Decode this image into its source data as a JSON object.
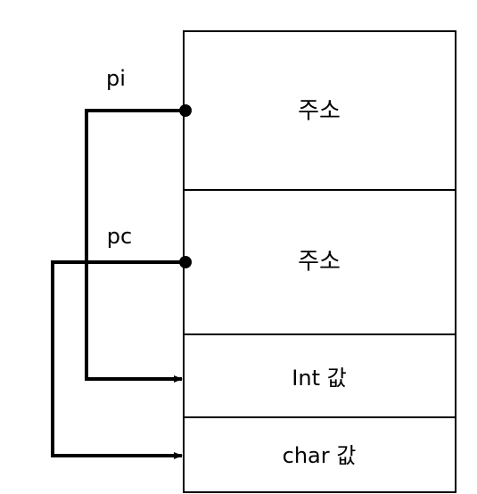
{
  "pointers": [
    {
      "id": "pi",
      "label": "pi"
    },
    {
      "id": "pc",
      "label": "pc"
    }
  ],
  "cells": [
    {
      "id": "cell-address-1",
      "text": "주소"
    },
    {
      "id": "cell-address-2",
      "text": "주소"
    },
    {
      "id": "cell-int-value",
      "text": "Int 값"
    },
    {
      "id": "cell-char-value",
      "text": "char 값"
    }
  ]
}
